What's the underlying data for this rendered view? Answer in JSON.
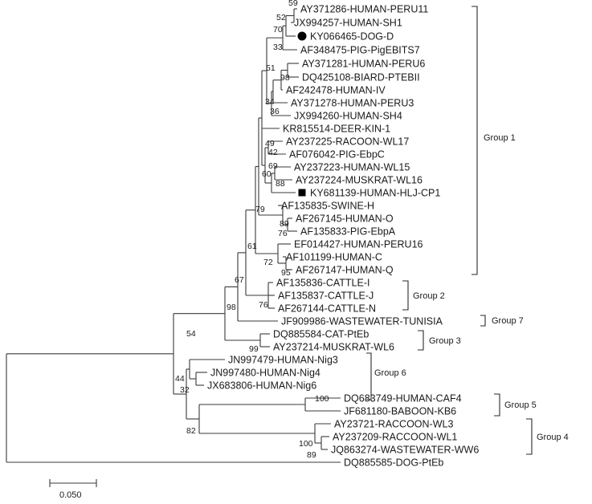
{
  "tree": {
    "taxa": [
      "AY371286-HUMAN-PERU11",
      "JX994257-HUMAN-SH1",
      "KY066465-DOG-D",
      "AF348475-PIG-PigEBITS7",
      "AY371281-HUMAN-PERU6",
      "DQ425108-BIARD-PTEBII",
      "AF242478-HUMAN-IV",
      "AY371278-HUMAN-PERU3",
      "JX994260-HUMAN-SH4",
      "KR815514-DEER-KIN-1",
      "AY237225-RACOON-WL17",
      "AF076042-PIG-EbpC",
      "AY237223-HUMAN-WL15",
      "AY237224-MUSKRAT-WL16",
      "KY681139-HUMAN-HLJ-CP1",
      "AF135835-SWINE-H",
      "AF267145-HUMAN-O",
      "AF135833-PIG-EbpA",
      "EF014427-HUMAN-PERU16",
      "AF101199-HUMAN-C",
      "AF267147-HUMAN-Q",
      "AF135836-CATTLE-I",
      "AF135837-CATTLE-J",
      "AF267144-CATTLE-N",
      "JF909986-WASTEWATER-TUNISIA",
      "DQ885584-CAT-PtEb",
      "AY237214-MUSKRAT-WL6",
      "JN997479-HUMAN-Nig3",
      "JN997480-HUMAN-Nig4",
      "JX683806-HUMAN-Nig6",
      "DQ683749-HUMAN-CAF4",
      "JF681180-BABOON-KB6",
      "AY23721-RACCOON-WL3",
      "AY237209-RACCOON-WL1",
      "JQ863274-WASTEWATER-WW6",
      "DQ885585-DOG-PtEb"
    ],
    "bootstrap": [
      "59",
      "52",
      "70",
      "33",
      "51",
      "98",
      "34",
      "36",
      "49",
      "42",
      "69",
      "60",
      "88",
      "79",
      "89",
      "76",
      "61",
      "72",
      "95",
      "67",
      "76",
      "98",
      "54",
      "99",
      "44",
      "32",
      "100",
      "82",
      "100",
      "89"
    ],
    "groups": [
      "Group 1",
      "Group 2",
      "Group 7",
      "Group 3",
      "Group 6",
      "Group 5",
      "Group 4"
    ],
    "marked_taxa": [
      {
        "taxon": "KY066465-DOG-D",
        "marker": "circle"
      },
      {
        "taxon": "KY681139-HUMAN-HLJ-CP1",
        "marker": "square"
      }
    ],
    "scale_label": "0.050",
    "colors": {
      "line": "#3a3a3a",
      "text": "#1a1a1a",
      "marker": "#000000"
    }
  }
}
